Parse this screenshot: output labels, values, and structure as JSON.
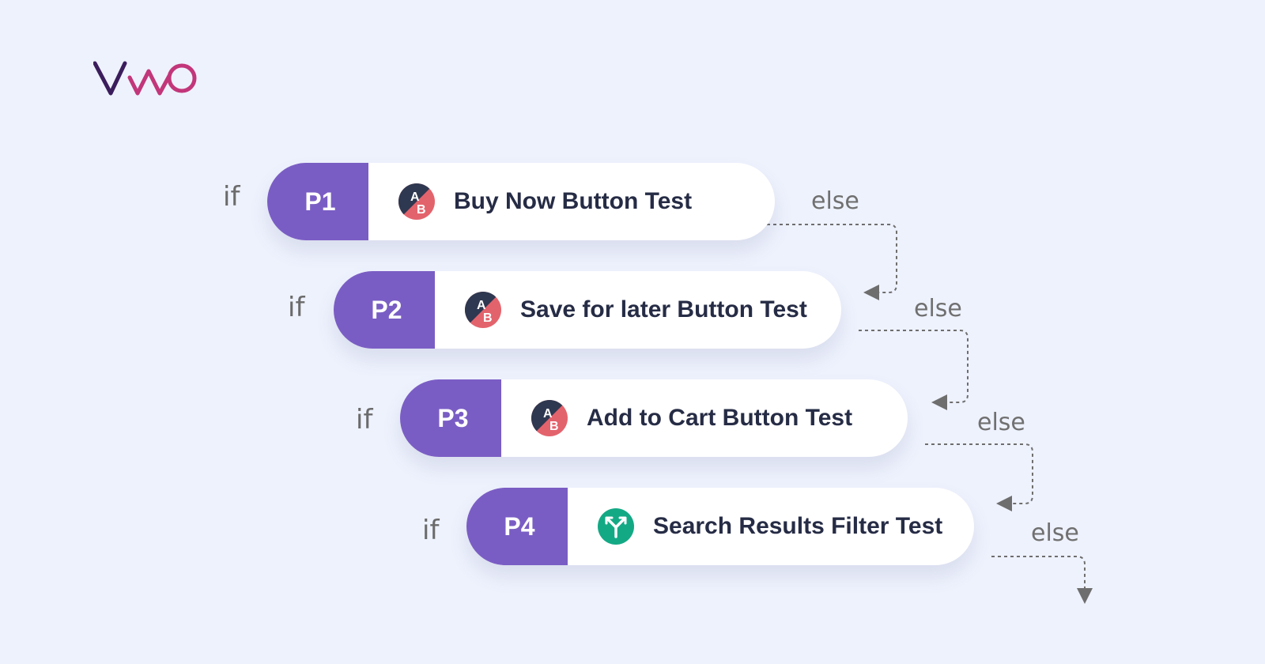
{
  "brand": {
    "logo_text": "VWO"
  },
  "flow": {
    "condition_label": "if",
    "fallback_label": "else",
    "steps": [
      {
        "priority": "P1",
        "icon": "ab-test-icon",
        "label": "Buy Now Button Test"
      },
      {
        "priority": "P2",
        "icon": "ab-test-icon",
        "label": "Save for later Button Test"
      },
      {
        "priority": "P3",
        "icon": "ab-test-icon",
        "label": "Add to Cart Button Test"
      },
      {
        "priority": "P4",
        "icon": "split-test-icon",
        "label": "Search Results Filter Test"
      }
    ]
  },
  "colors": {
    "background": "#eef2fd",
    "priority_tab": "#7a5dc4",
    "logo_dark": "#3b1d5c",
    "logo_accent": "#c2367a",
    "ab_icon_dark": "#2e3850",
    "ab_icon_red": "#e3636c",
    "split_icon": "#14a985",
    "connector": "#6e6e6e"
  }
}
